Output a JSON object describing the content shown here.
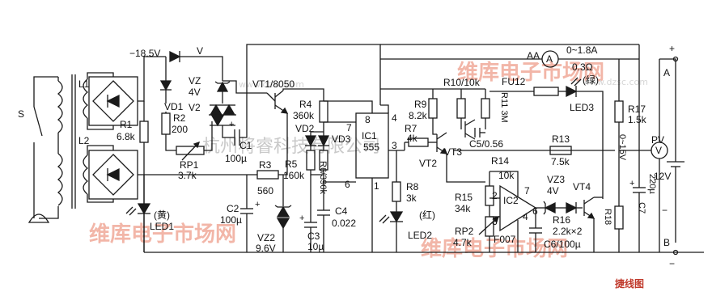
{
  "watermarks": {
    "brand_line": "维库电子市场网",
    "company_line": "杭州将睿科技有限公司",
    "url_line": "www.dzsc.com",
    "logo_text": "捷线图"
  },
  "labels": {
    "switch": "S",
    "transformer_l1": "L1",
    "transformer_l2": "L2",
    "supply": "−18.5V",
    "diode_v": "V",
    "vd1": "VD1",
    "r1": "R1",
    "r1_val": "6.8k",
    "r2": "R2",
    "r2_val": "200",
    "vz": "VZ",
    "vz_val": "4V",
    "v2": "V2",
    "c1": "C1",
    "c1_val": "100µ",
    "rp1": "RP1",
    "rp1_val": "3.7k",
    "vt1": "VT1/8050",
    "r4": "R4",
    "r4_val": "360k",
    "vd2": "VD2",
    "vd3": "VD3",
    "r6": "R6/390k",
    "r5": "R5",
    "r5_val": "160k",
    "r3": "R3",
    "r3_val": "560",
    "c2": "C2",
    "c2_val": "100µ",
    "vz2": "VZ2",
    "vz2_val": "9.6V",
    "c3": "C3",
    "c3_val": "10µ",
    "c4": "C4",
    "c4_val": "0.022",
    "ic1": "IC1",
    "ic1_part": "555",
    "pin8": "8",
    "pin4": "4",
    "pin7": "7",
    "pin3": "3",
    "pin6": "6",
    "pin1": "1",
    "led1_color": "(黄)",
    "led1": "LED1",
    "r9": "R9",
    "r9_val": "8.2k",
    "r10": "R10/10k",
    "r11": "R11 3M",
    "r7": "R7",
    "r7_val": "4k",
    "vt2": "VT2",
    "vt3": "VT3",
    "c5": "C5/0.56",
    "r8": "R8",
    "r8_val": "3k",
    "led2_color": "(红)",
    "led2": "LED2",
    "aa": "AA",
    "ammeter": "A",
    "range_a": "0~1.8A",
    "shunt": "0.3Ω",
    "fu": "FU12",
    "led3_color": "(绿)",
    "led3": "LED3",
    "r14": "R14",
    "r14_val": "10k",
    "r15": "R15",
    "r15_val": "34k",
    "rp2": "RP2",
    "rp2_val": "4.7k",
    "ic2": "IC2",
    "ic2_part": "F007",
    "ic2_pin2": "2",
    "ic2_pin3": "3",
    "ic2_pin7": "7",
    "ic2_pin4": "4",
    "ic2_pin6": "6",
    "c6": "C6/100µ",
    "vz3": "VZ3",
    "vz3_val": "4V",
    "vt4": "VT4",
    "r16": "R16",
    "r16_val": "2.2k×2",
    "r13": "R13",
    "r13_val": "7.5k",
    "r17": "R17",
    "r17_val": "1.5k",
    "range_v": "0~15V",
    "pv": "PV",
    "voltmeter": "V",
    "r18": "R18",
    "c7": "C7",
    "c7_val": "220µ",
    "battery": "12V",
    "term_a": "A",
    "term_b": "B",
    "plus": "+",
    "minus": "−"
  },
  "colors": {
    "wire": "#1a1a1a",
    "watermark_brand": "#f2b6a8",
    "watermark_company": "#c9c9c9",
    "logo": "#c0392b"
  }
}
